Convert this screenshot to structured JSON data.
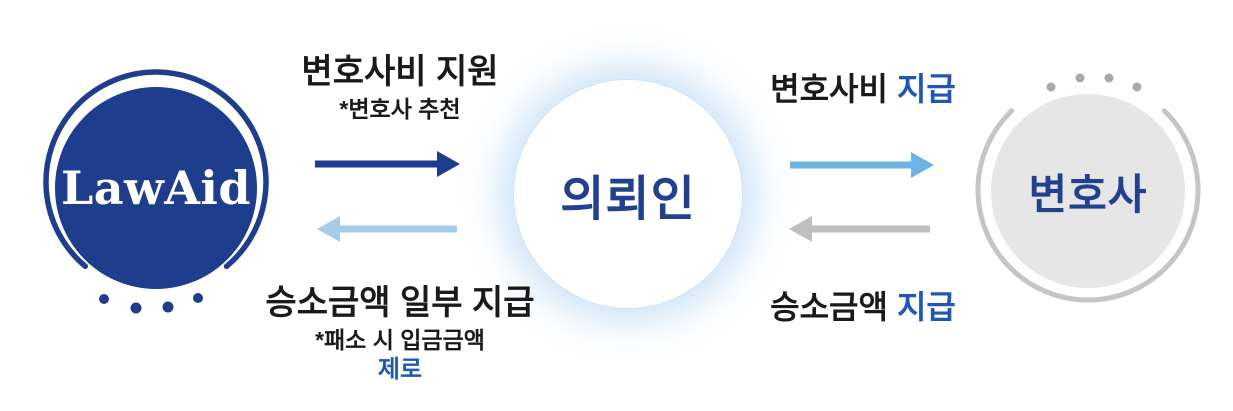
{
  "colors": {
    "navy": "#1e3d8c",
    "navy-text": "#21418f",
    "accent-blue": "#2057b0",
    "sky-blue": "#6fb3e2",
    "pale-blue": "#a6cde8",
    "gray-arrow": "#bfbfbf",
    "lawyer-fill": "#e6e6e6",
    "lawyer-ring": "#c5c5c5",
    "lawyer-dot": "#a9a9a9",
    "text-black": "#1a1a1a",
    "glow-blue": "#bedaf3",
    "white": "#ffffff"
  },
  "nodes": {
    "lawaid": {
      "label": "LawAid"
    },
    "client": {
      "label": "의뢰인"
    },
    "lawyer": {
      "label": "변호사"
    }
  },
  "flows": {
    "support": {
      "from": "LawAid",
      "to": "의뢰인",
      "title": "변호사비 지원",
      "note": "*변호사 추천",
      "arrow_color": "#1e3d8c",
      "direction": "right"
    },
    "repay": {
      "from": "의뢰인",
      "to": "LawAid",
      "title": "승소금액 일부 지급",
      "note": "*패소 시 입금금액",
      "highlight": "제로",
      "arrow_color": "#a6cde8",
      "direction": "left"
    },
    "fee": {
      "from": "의뢰인",
      "to": "변호사",
      "prefix": "변호사비",
      "highlight": "지급",
      "arrow_color": "#6fb3e2",
      "direction": "right"
    },
    "award": {
      "from": "변호사",
      "to": "의뢰인",
      "prefix": "승소금액",
      "highlight": "지급",
      "arrow_color": "#bfbfbf",
      "direction": "left"
    }
  }
}
